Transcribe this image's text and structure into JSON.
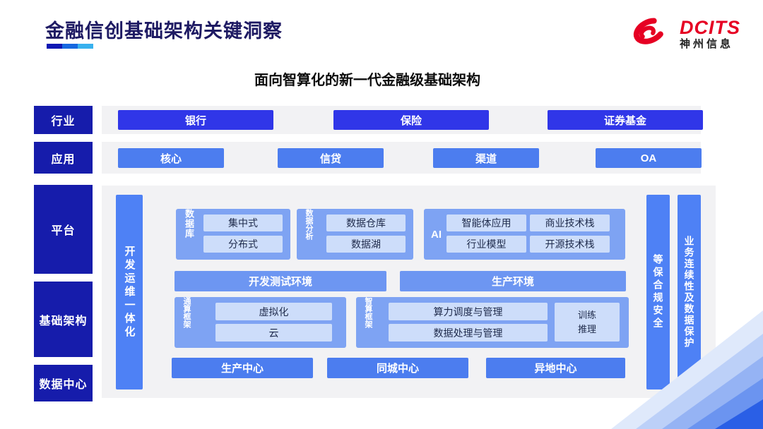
{
  "header": {
    "title": "金融信创基础架构关键洞察",
    "underline_colors": [
      "#0d17b3",
      "#1668e0",
      "#38b1ee"
    ]
  },
  "logo": {
    "brand": "DCITS",
    "company": "神州信息",
    "icon": "red-swirl-icon",
    "brand_color": "#e60023"
  },
  "diagram": {
    "subtitle": "面向智算化的新一代金融级基础架构",
    "rail": [
      "行业",
      "应用",
      "平台",
      "基础架构",
      "数据中心"
    ],
    "industry": [
      "银行",
      "保险",
      "证券基金"
    ],
    "application": [
      "核心",
      "信贷",
      "渠道",
      "OA"
    ],
    "platform": {
      "devops_bar": "开发运维一体化",
      "database": {
        "label": "数据库",
        "items": [
          "集中式",
          "分布式"
        ]
      },
      "analytics": {
        "label": "数据分析",
        "items": [
          "数据仓库",
          "数据湖"
        ]
      },
      "ai": {
        "label": "AI",
        "items": [
          "智能体应用",
          "商业技术栈",
          "行业模型",
          "开源技术栈"
        ]
      },
      "dev_test_env": "开发测试环境",
      "prod_env": "生产环境",
      "general_compute": {
        "label": "通算框架",
        "items": [
          "虚拟化",
          "云"
        ]
      },
      "smart_compute": {
        "label": "智算框架",
        "items": [
          "算力调度与管理",
          "数据处理与管理"
        ],
        "side": [
          "训练",
          "推理"
        ]
      },
      "centers": [
        "生产中心",
        "同城中心",
        "异地中心"
      ],
      "security_bar": "等保合规安全",
      "continuity_bar": "业务连续性及数据保护"
    },
    "colors": {
      "rail_navy": "#161cab",
      "industry_button": "#3036e8",
      "application_button": "#4c7def",
      "vertical_bar": "#4e81f5",
      "group_container": "#7ea3f3",
      "env_bar": "#6d96f2",
      "chip": "#cdddfa",
      "panel_bg": "#f2f2f4"
    }
  }
}
